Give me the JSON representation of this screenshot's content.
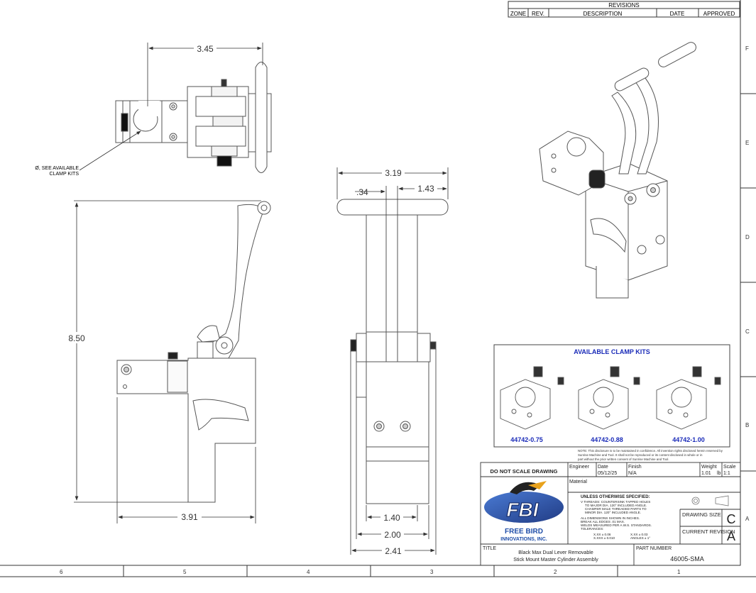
{
  "revisions": {
    "title": "REVISIONS",
    "columns": [
      "ZONE",
      "REV.",
      "DESCRIPTION",
      "DATE",
      "APPROVED"
    ]
  },
  "zones_right": [
    "F",
    "E",
    "D",
    "C",
    "B",
    "A"
  ],
  "zones_bottom": [
    "6",
    "5",
    "4",
    "3",
    "2",
    "1"
  ],
  "dimensions": {
    "top_width": "3.45",
    "height": "8.50",
    "side_width": "3.91",
    "front_total": "3.19",
    "front_left": ".34",
    "front_right": "1.43",
    "front_b1": "1.40",
    "front_b2": "2.00",
    "front_b3": "2.41"
  },
  "clamp_note": [
    "Ø, SEE AVAILABLE",
    "CLAMP KITS"
  ],
  "clamp_kits": {
    "title": "AVAILABLE CLAMP KITS",
    "items": [
      "44742-0.75",
      "44742-0.88",
      "44742-1.00"
    ]
  },
  "note": [
    "NOTE: This disclosure is to be maintained in confidence. All invention rights disclosed herein reserved by",
    "Sunrise Machine and Tool. It shall not be reproduced or its content disclosed in whole or in",
    "part without the prior written consent of Sunrise Machine and Tool."
  ],
  "title_block": {
    "do_not_scale": "DO NOT SCALE DRAWING",
    "engineer_label": "Engineer",
    "date_label": "Date",
    "date_value": "05/12/25",
    "finish_label": "Finish",
    "finish_value": "N/A",
    "weight_label": "Weight",
    "weight_value": "1.01",
    "weight_unit": "lb",
    "scale_label": "Scale",
    "scale_value": "1:1",
    "material_label": "Material",
    "unless_title": "UNLESS OTHERWISE SPECIFIED:",
    "spec_lines": [
      "V THREADS: COUNTERSINK TAPPED HOLES",
      "TO MAJOR DIA. 120° INCLUDED ANGLE.",
      "CHAMFER MALE THREADED PARTS TO",
      "MINOR DIA. 120° INCLUDED ANGLE."
    ],
    "dim_lines": [
      "ALL DIMENSIONS SHOWN IN INCHES.",
      "BREAK ALL EDGES .01 MAX.",
      "WELDS MEASURED PER A.W.S. STANDARDS.",
      "TOLERANCES:"
    ],
    "tol_left": [
      "X.XX ± 0.06",
      "X.XXX ± 0.010"
    ],
    "tol_right": [
      "X.XX ± 0.03",
      "ANGLES ± 1°"
    ],
    "drawing_size_label": "DRAWING SIZE",
    "drawing_size_value": "C",
    "current_revision_label": "CURRENT REVISION",
    "current_revision_value": "A",
    "logo_letters": "FBI",
    "logo_line1": "FREE BIRD",
    "logo_line2": "INNOVATIONS, INC.",
    "title_label": "TITLE",
    "title_line1": "Black Max Dual Lever Removable",
    "title_line2": "Stick Mount Master Cylinder Assembly",
    "part_number_label": "PART NUMBER",
    "part_number_value": "46005-SMA"
  },
  "colors": {
    "line": "#2a2a2a",
    "part_stroke": "#555555",
    "accent_blue": "#1a2bb8",
    "logo_blue": "#1f4ea8"
  }
}
